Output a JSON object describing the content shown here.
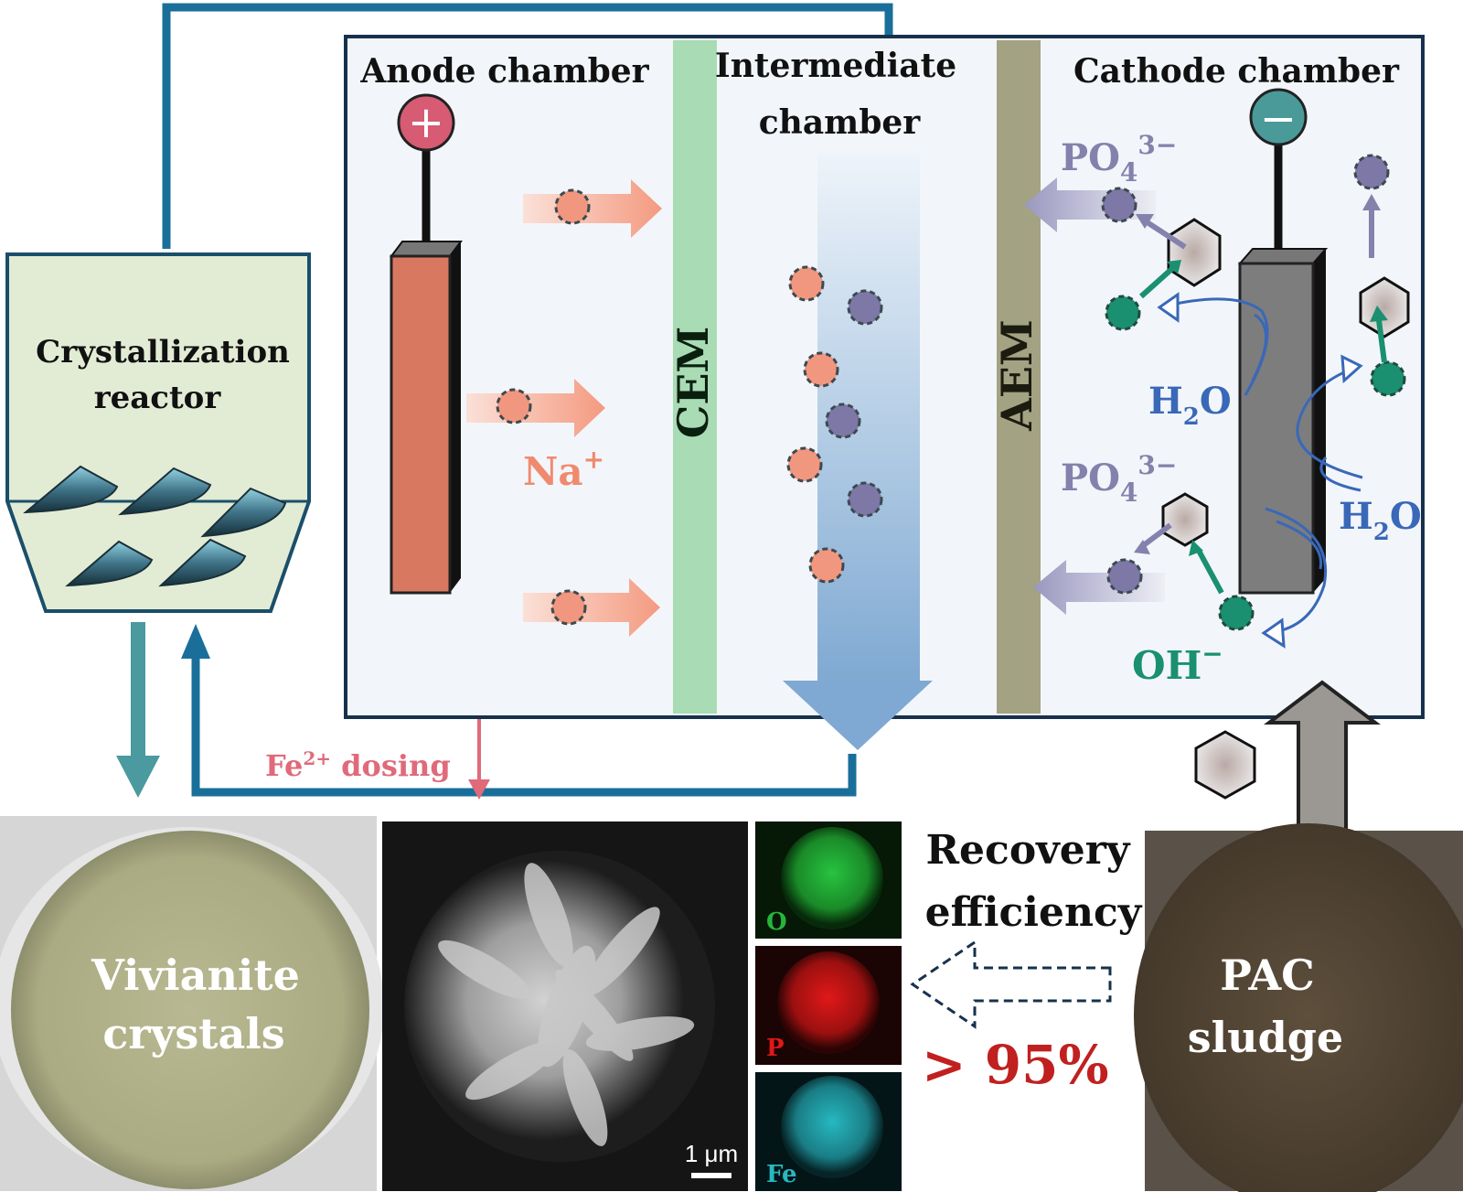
{
  "chambers": {
    "anode": "Anode chamber",
    "intermediate_line1": "Intermediate",
    "intermediate_line2": "chamber",
    "cathode": "Cathode chamber"
  },
  "membranes": {
    "cem": "CEM",
    "aem": "AEM"
  },
  "electrodes": {
    "anode_sign": "+",
    "cathode_sign": "−"
  },
  "ions": {
    "sodium": "Na",
    "sodium_charge": "+",
    "phosphate": "PO",
    "phosphate_sub": "4",
    "phosphate_charge": "3−",
    "water": "H",
    "water_sub": "2",
    "water_end": "O",
    "hydroxide": "OH",
    "hydroxide_charge": "−"
  },
  "reactor": {
    "line1": "Crystallization",
    "line2": "reactor"
  },
  "dosing": {
    "label": "Fe",
    "sup": "2+",
    "rest": " dosing"
  },
  "products": {
    "vivianite_line1": "Vivianite",
    "vivianite_line2": "crystals"
  },
  "sem": {
    "scale_bar": "1 μm"
  },
  "eds": {
    "o": "O",
    "p": "P",
    "fe": "Fe"
  },
  "recovery": {
    "line1": "Recovery",
    "line2": "efficiency",
    "value": "> 95%"
  },
  "sludge": {
    "line1": "PAC",
    "line2": "sludge"
  },
  "colors": {
    "pipe": "#1a6f9a",
    "na_ion": "#f2977f",
    "po4_ion": "#7d78a6",
    "oh_ion": "#1a9070",
    "cem": "#a9dbb4",
    "aem": "#a3a283",
    "anode_plate": "#d97860",
    "cathode_plate": "#7d7d7d",
    "red_text": "#c0201f",
    "water_text": "#3a68b8"
  }
}
